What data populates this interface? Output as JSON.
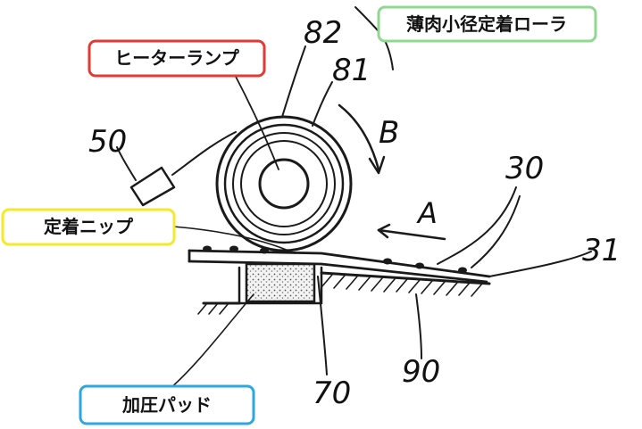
{
  "callouts": {
    "thin_roller": {
      "text": "薄肉小径定着ローラ",
      "border_color": "#8fd88f"
    },
    "heater_lamp": {
      "text": "ヒーターランプ",
      "border_color": "#e53935"
    },
    "fixing_nip": {
      "text": "定着ニップ",
      "border_color": "#f2ea2a"
    },
    "pressure_pad": {
      "text": "加圧パッド",
      "border_color": "#2ea7e0"
    }
  },
  "labels": {
    "ref_82": "82",
    "ref_81": "81",
    "ref_50": "50",
    "ref_30": "30",
    "ref_31": "31",
    "ref_70": "70",
    "ref_90": "90",
    "arrow_b": "B",
    "arrow_a": "A"
  }
}
